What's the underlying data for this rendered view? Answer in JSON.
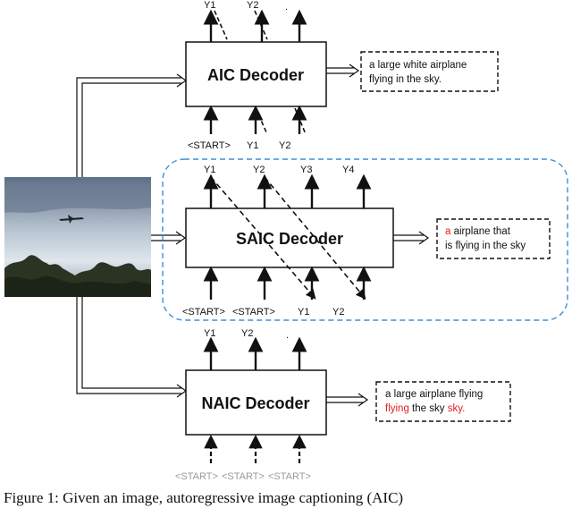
{
  "aic": {
    "label": "AIC Decoder",
    "outputs": [
      "Y1",
      "Y2",
      "."
    ],
    "inputs": [
      "<START>",
      "Y1",
      "Y2"
    ],
    "caption_lines": [
      [
        {
          "t": "a large white airplane",
          "red": false
        }
      ],
      [
        {
          "t": "flying in the sky.",
          "red": false
        }
      ]
    ]
  },
  "saic": {
    "label": "SAIC Decoder",
    "outputs": [
      "Y1",
      "Y2",
      "Y3",
      "Y4"
    ],
    "inputs": [
      "<START>",
      "<START>",
      "Y1",
      "Y2"
    ],
    "caption_lines": [
      [
        {
          "t": "a",
          "red": true
        },
        {
          "t": " airplane that",
          "red": false
        }
      ],
      [
        {
          "t": "is flying in the sky",
          "red": false
        }
      ]
    ]
  },
  "naic": {
    "label": "NAIC Decoder",
    "outputs": [
      "Y1",
      "Y2",
      "."
    ],
    "inputs": [
      "<START>",
      "<START>",
      "<START>"
    ],
    "caption_lines": [
      [
        {
          "t": "a large airplane flying",
          "red": false
        }
      ],
      [
        {
          "t": "flying",
          "red": true
        },
        {
          "t": " the sky ",
          "red": false
        },
        {
          "t": "sky.",
          "red": true
        }
      ]
    ]
  },
  "figure_caption": "Figure 1: Given an image, autoregressive image captioning (AIC)",
  "colors": {
    "highlight_red": "#e02020",
    "group_border_blue": "#3d8fd6",
    "faded_token_grey": "#9a9a9a"
  }
}
